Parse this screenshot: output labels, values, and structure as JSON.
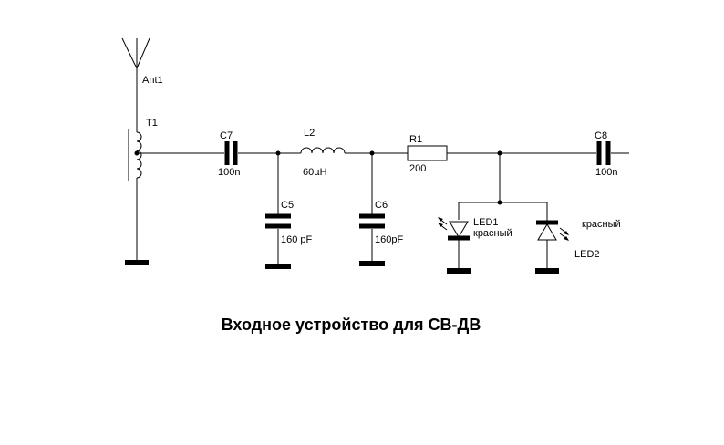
{
  "labels": {
    "ant1": "Ant1",
    "t1": "T1",
    "c7": "C7",
    "c7_value": "100n",
    "l2": "L2",
    "l2_value": "60µH",
    "r1": "R1",
    "r1_value": "200",
    "c8": "C8",
    "c8_value": "100n",
    "c5": "C5",
    "c5_value": "160 pF",
    "c6": "C6",
    "c6_value": "160pF",
    "led1": "LED1",
    "led1_color": "красный",
    "led2": "LED2",
    "led2_color": "красный"
  },
  "title": "Входное устройство для СВ-ДВ"
}
